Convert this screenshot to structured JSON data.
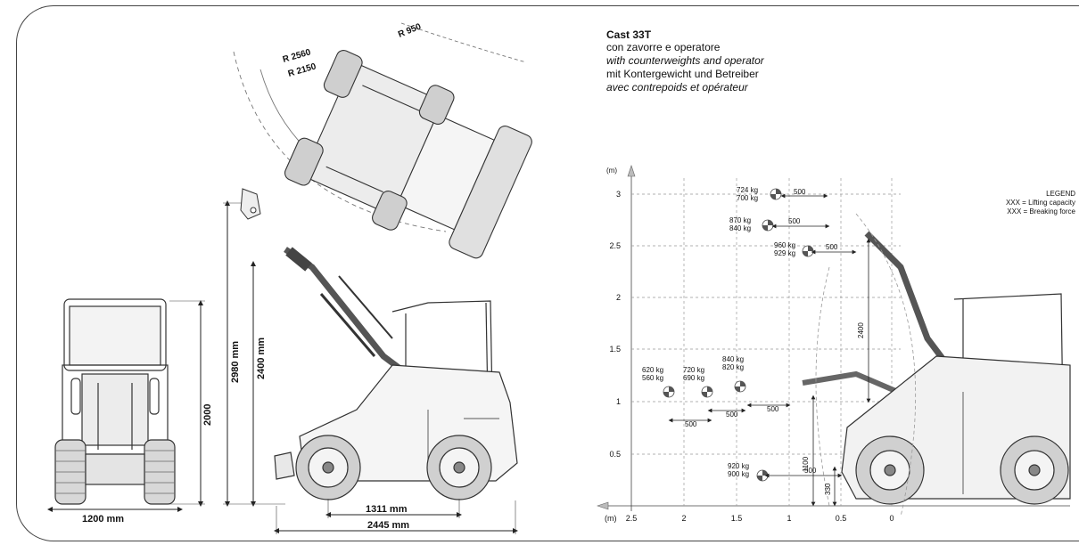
{
  "header": {
    "title": "Cast 33T",
    "lines": [
      "con zavorre e operatore",
      "with counterweights and operator",
      "mit Kontergewicht und Betreiber",
      "avec contrepoids et opérateur"
    ]
  },
  "legend": {
    "title": "LEGEND",
    "lifting": "XXX = Lifting capacity",
    "breaking": "XXX = Breaking force"
  },
  "turning": {
    "outer": "R 2560",
    "inner": "R 2150",
    "rear": "R 950"
  },
  "dimensions": {
    "front_width": "1200 mm",
    "front_height": "2000",
    "max_height": "2980 mm",
    "pin_height": "2400 mm",
    "wheelbase": "1311 mm",
    "total_length": "2445 mm"
  },
  "chart": {
    "y_unit": "(m)",
    "x_unit": "(m)",
    "y_ticks": [
      "3",
      "2.5",
      "2",
      "1.5",
      "1",
      "0.5"
    ],
    "x_ticks": [
      "2.5",
      "2",
      "1.5",
      "1",
      "0.5",
      "0"
    ],
    "load_points": [
      {
        "lifting": "724 kg",
        "breaking": "700 kg"
      },
      {
        "lifting": "870 kg",
        "breaking": "840 kg"
      },
      {
        "lifting": "960 kg",
        "breaking": "929 kg"
      },
      {
        "lifting": "620 kg",
        "breaking": "560 kg"
      },
      {
        "lifting": "720 kg",
        "breaking": "690 kg"
      },
      {
        "lifting": "840 kg",
        "breaking": "820 kg"
      },
      {
        "lifting": "920 kg",
        "breaking": "900 kg"
      }
    ],
    "offset_labels": [
      "500",
      "500",
      "500",
      "500",
      "500",
      "500",
      "500"
    ],
    "vertical_labels": {
      "v2400": "2400",
      "v1100": "1100",
      "v330": "330"
    }
  }
}
